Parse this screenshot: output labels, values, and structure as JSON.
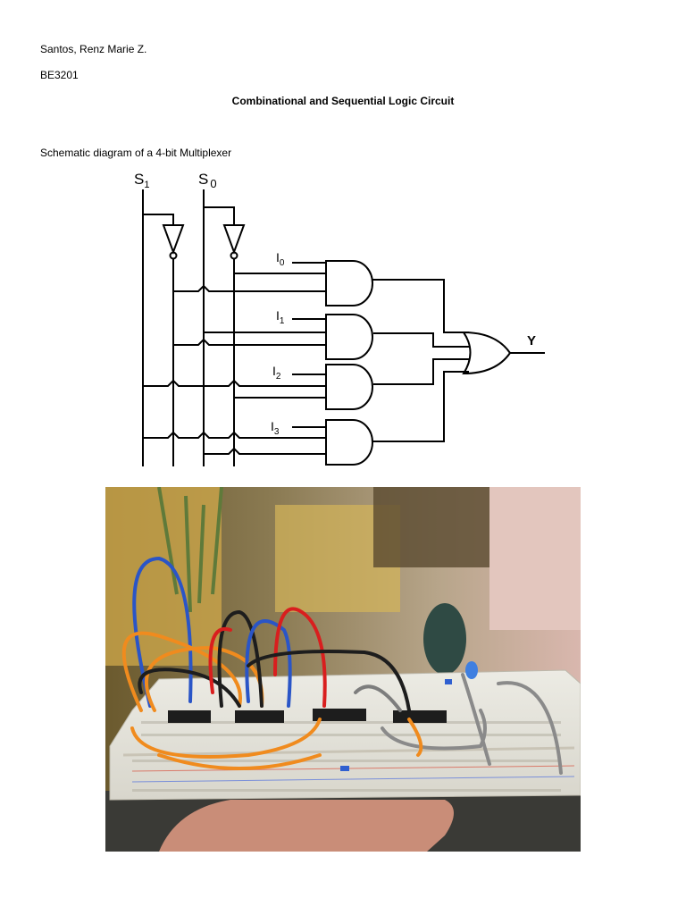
{
  "doc": {
    "author": "Santos, Renz Marie Z.",
    "section": "BE3201",
    "title": "Combinational and Sequential Logic Circuit",
    "caption": "Schematic diagram of a 4-bit Multiplexer"
  },
  "schematic": {
    "select_labels": [
      "S",
      "S"
    ],
    "select_subscripts": [
      "1",
      "0"
    ],
    "input_labels": [
      "I",
      "I",
      "I",
      "I"
    ],
    "input_subscripts": [
      "0",
      "1",
      "2",
      "3"
    ],
    "output_label": "Y"
  }
}
